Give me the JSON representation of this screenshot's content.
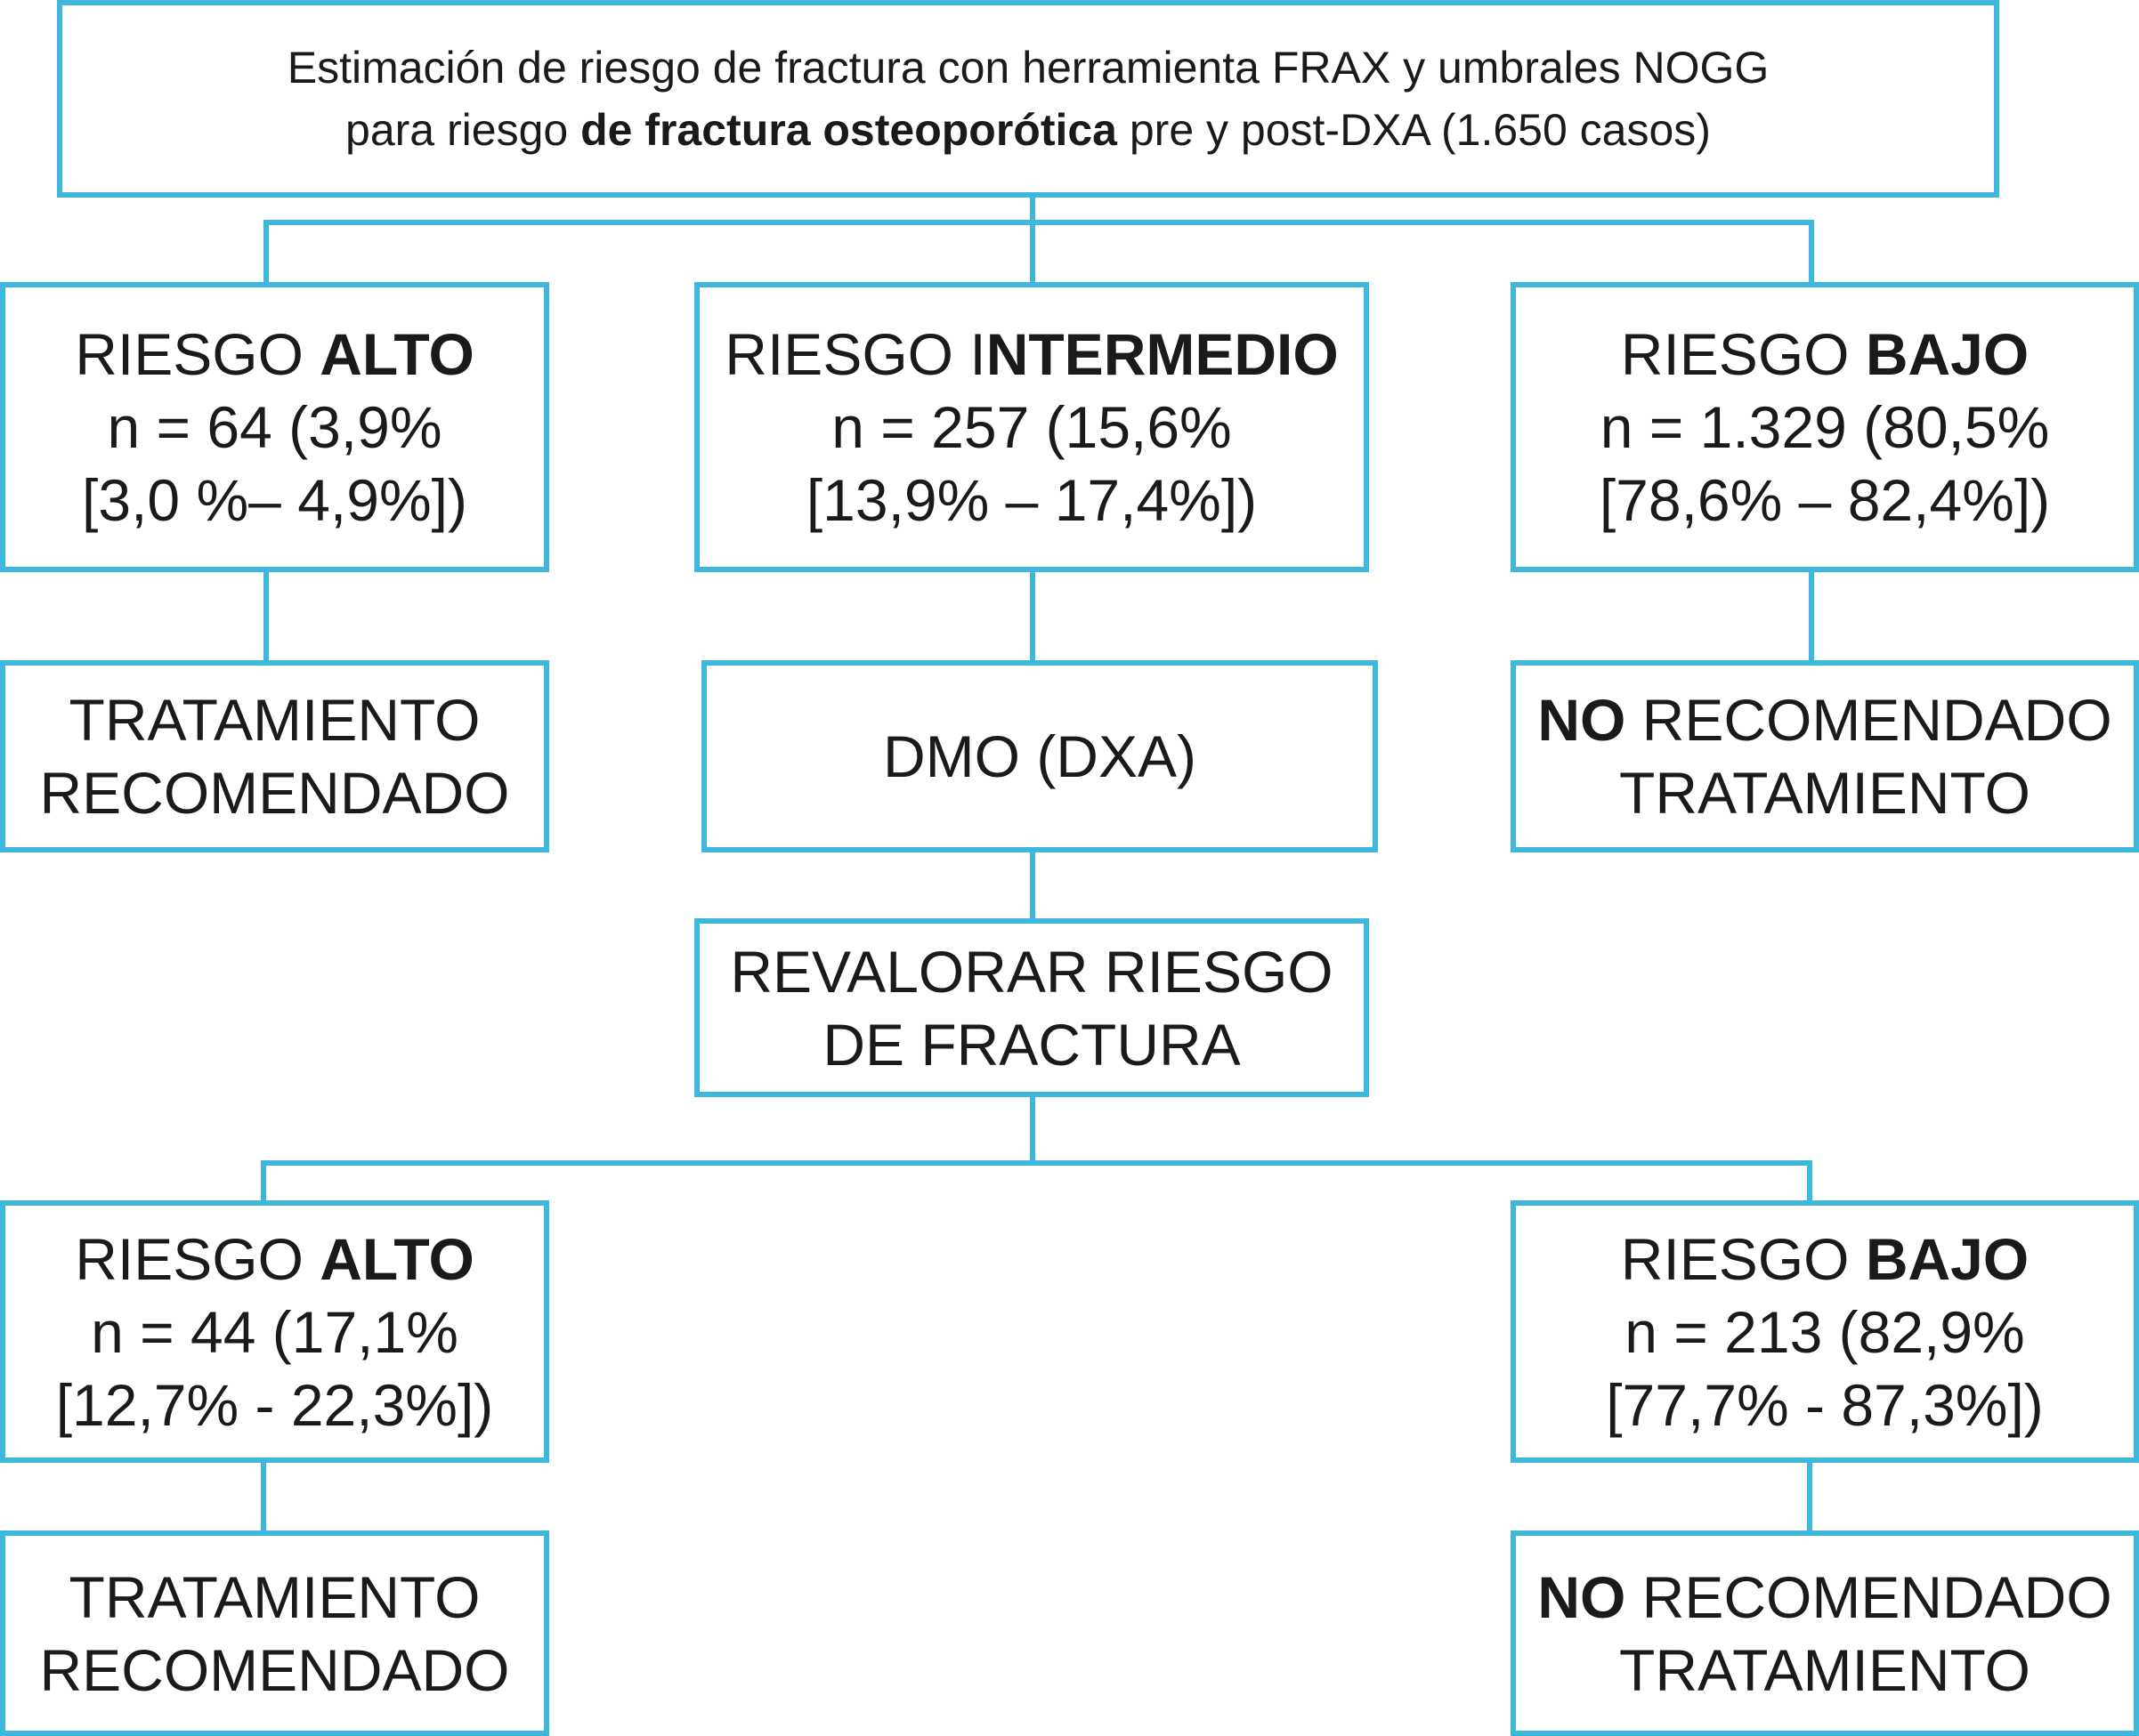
{
  "accent_color": "#3db8dc",
  "title": {
    "line1": "Estimación de riesgo de fractura con herramienta FRAX y umbrales NOGG",
    "line2_pre": "para riesgo ",
    "line2_bold": "de fractura osteoporótica",
    "line2_post": " pre y post-DXA (1.650 casos)"
  },
  "level1": {
    "alto": {
      "prefix": "RIESGO ",
      "bold": "ALTO",
      "n": "n = 64 (3,9%",
      "ci": "[3,0 %– 4,9%])"
    },
    "intermedio": {
      "prefix": "RIESGO I",
      "bold": "NTERMEDIO",
      "n": "n = 257 (15,6%",
      "ci": "[13,9% – 17,4%])"
    },
    "bajo": {
      "prefix": "RIESGO ",
      "bold": "BAJO",
      "n": "n = 1.329 (80,5%",
      "ci": "[78,6% – 82,4%])"
    }
  },
  "level2": {
    "tratamiento": {
      "line1": "TRATAMIENTO",
      "line2": "RECOMENDADO"
    },
    "dmo": "DMO (DXA)",
    "no_tratamiento": {
      "bold": "NO",
      "line1_rest": " RECOMENDADO",
      "line2": "TRATAMIENTO"
    }
  },
  "revalorar": {
    "line1": "REVALORAR RIESGO",
    "line2": "DE FRACTURA"
  },
  "level3": {
    "alto": {
      "prefix": "RIESGO ",
      "bold": "ALTO",
      "n": "n = 44 (17,1%",
      "ci": "[12,7% - 22,3%])"
    },
    "bajo": {
      "prefix": "RIESGO ",
      "bold": "BAJO",
      "n": "n = 213 (82,9%",
      "ci": "[77,7% - 87,3%])"
    }
  },
  "level4": {
    "tratamiento": {
      "line1": "TRATAMIENTO",
      "line2": "RECOMENDADO"
    },
    "no_tratamiento": {
      "bold": "NO",
      "line1_rest": " RECOMENDADO",
      "line2": "TRATAMIENTO"
    }
  }
}
